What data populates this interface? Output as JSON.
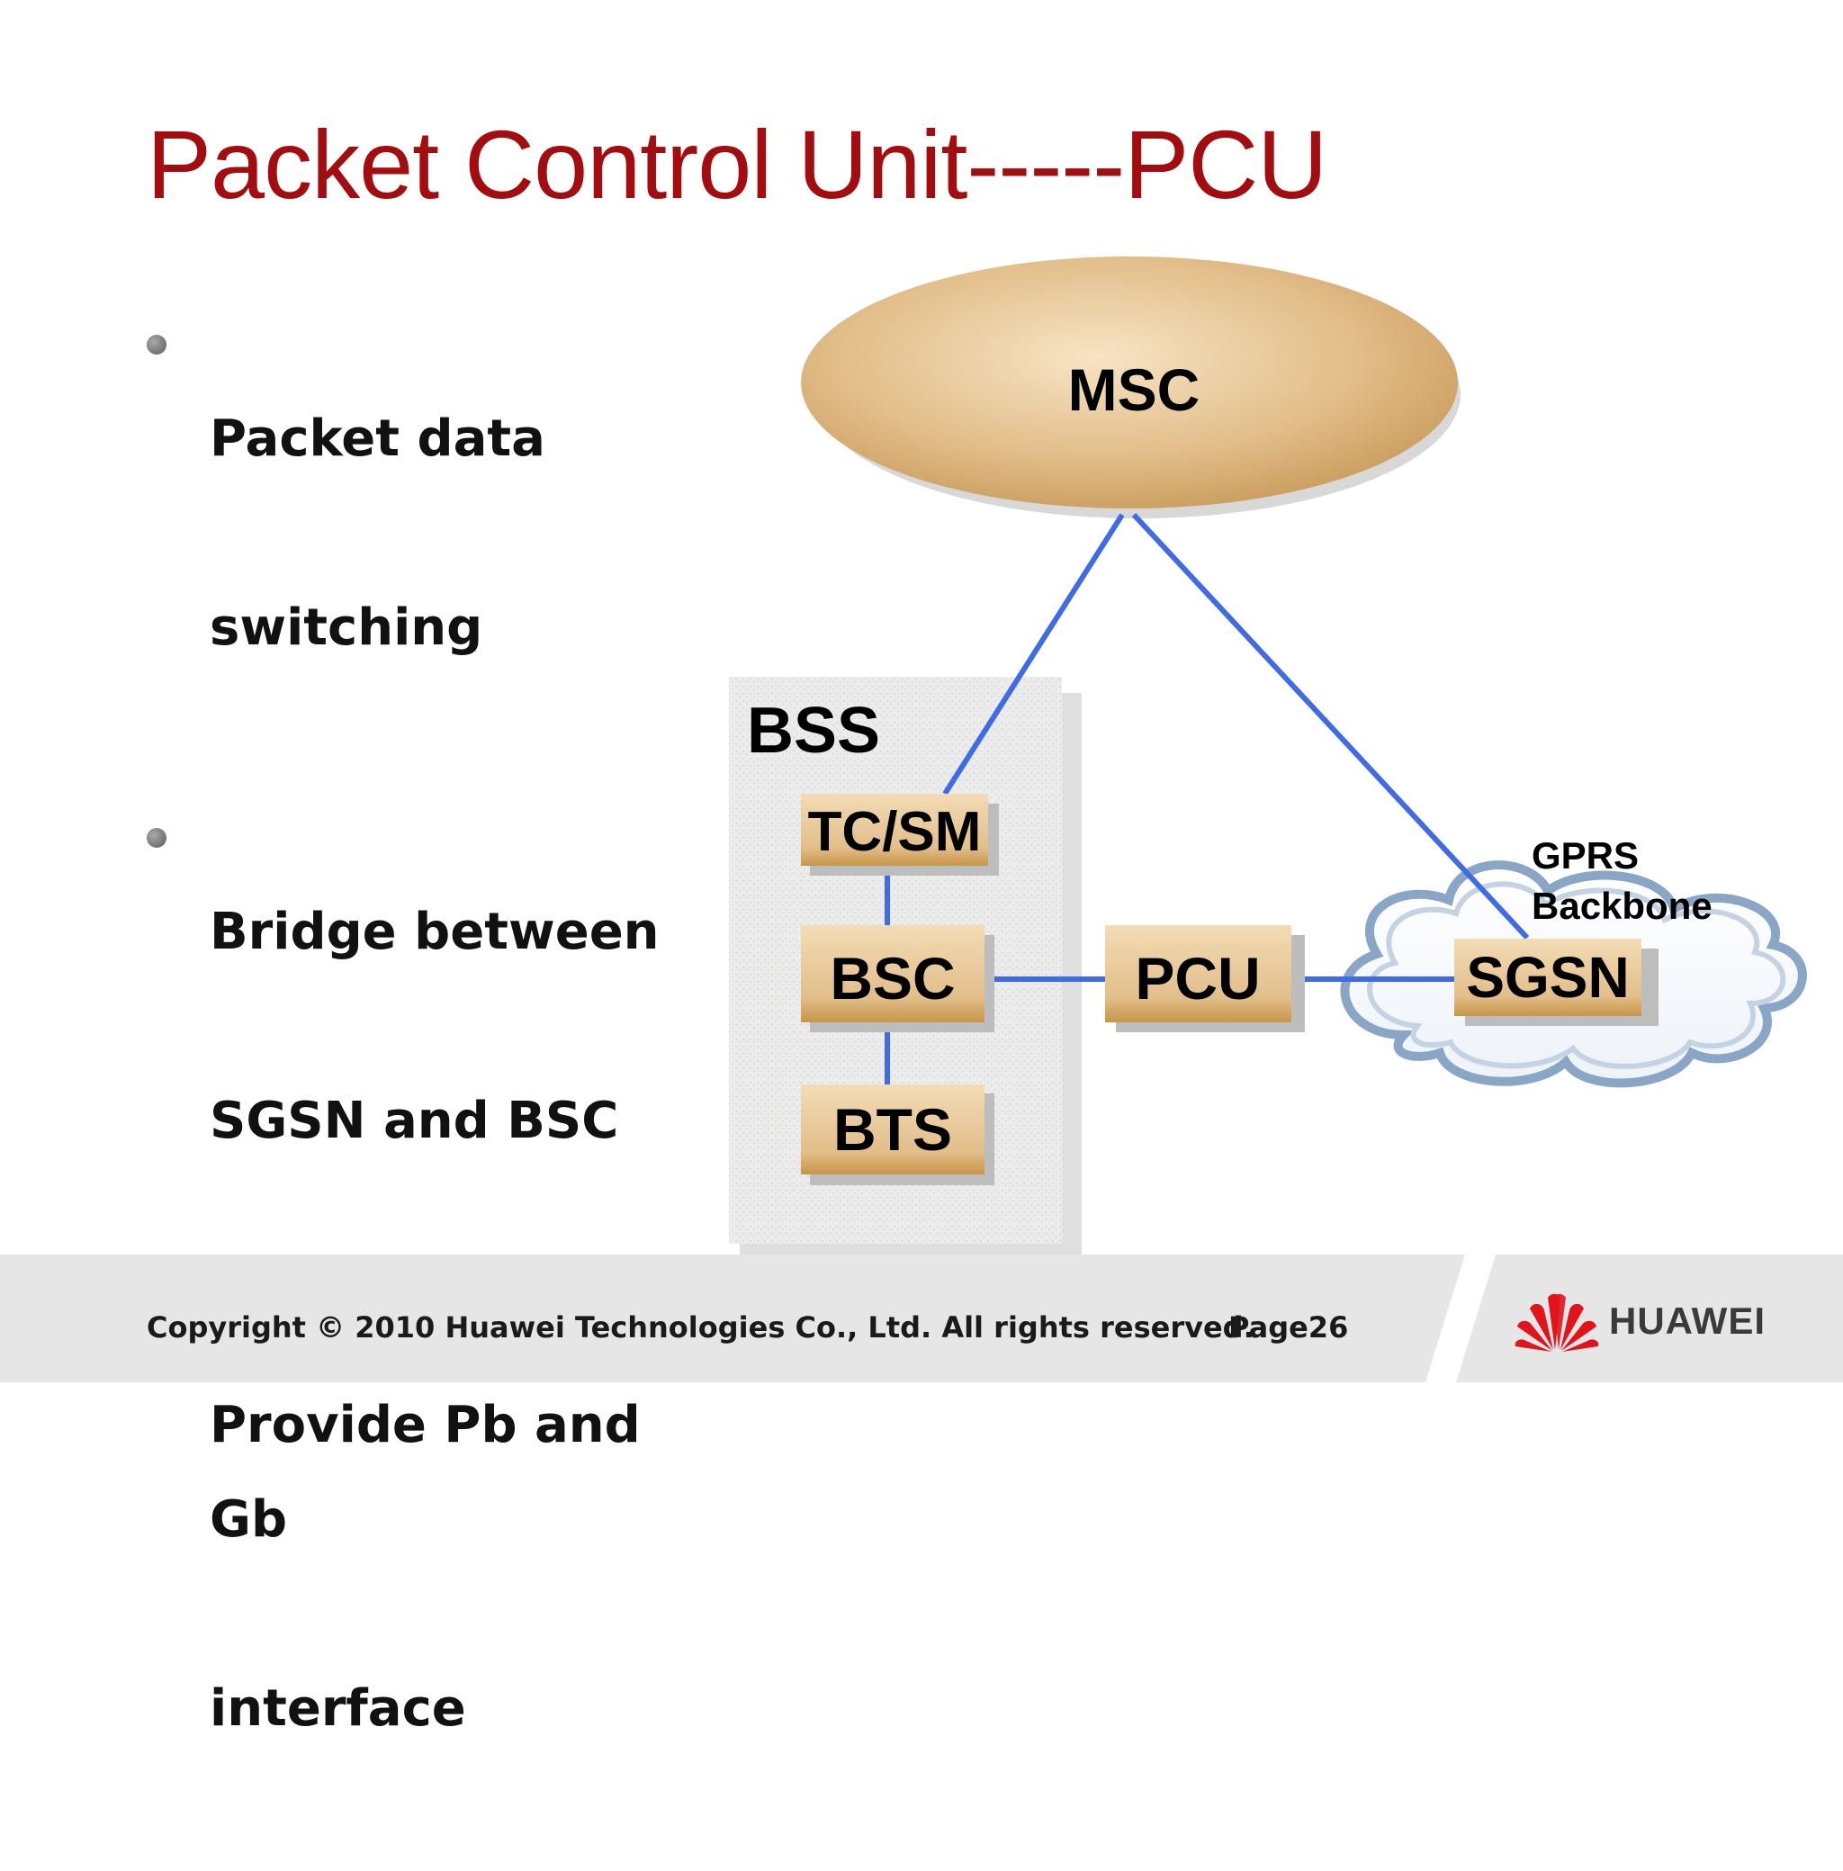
{
  "slide": {
    "title": "Packet Control Unit-----PCU",
    "bullets": [
      {
        "line1": "Packet data",
        "line2": "switching"
      },
      {
        "line1": "Bridge between",
        "line2": "SGSN and BSC"
      },
      {
        "line1": "Provide Pb and Gb",
        "line2": "interface"
      }
    ]
  },
  "diagram": {
    "msc": "MSC",
    "bss": "BSS",
    "tcsm": "TC/SM",
    "bsc": "BSC",
    "bts": "BTS",
    "pcu": "PCU",
    "sgsn": "SGSN",
    "cloud_line1": "GPRS",
    "cloud_line2": "Backbone",
    "colors": {
      "link": "#3f6be6",
      "box_top": "#f3dcb6",
      "box_bottom": "#c79547",
      "msc_fill": "#e2be8a",
      "bss_fill": "#e9e9e9"
    }
  },
  "footer": {
    "copyright": "Copyright © 2010 Huawei Technologies Co., Ltd. All rights reserved.",
    "page": "Page26",
    "brand": "HUAWEI",
    "brand_color": "#e1141c"
  }
}
